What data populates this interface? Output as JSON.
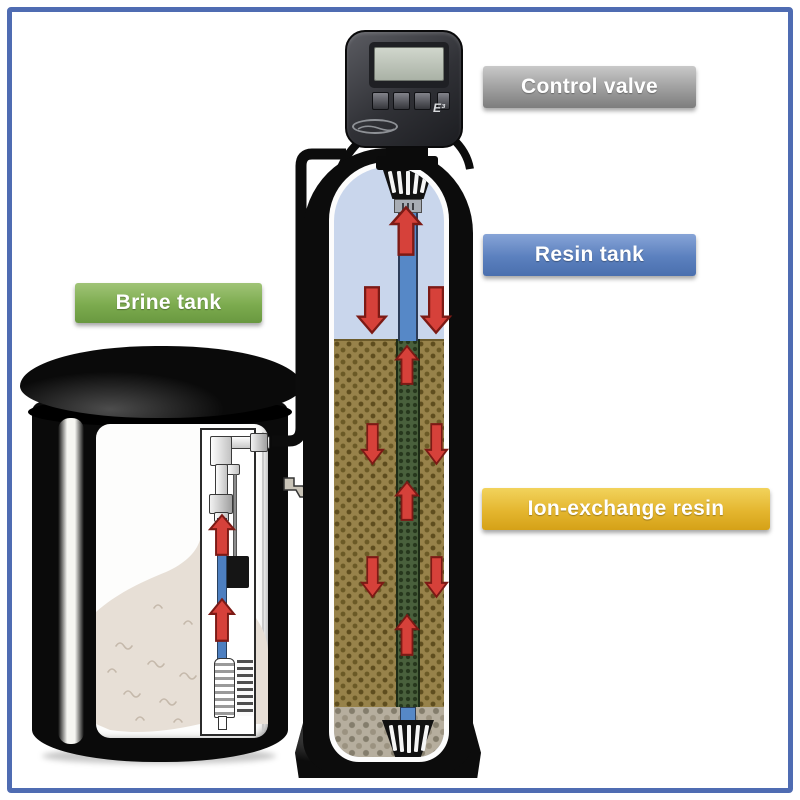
{
  "diagram": {
    "type": "water-softener-cutaway",
    "labels": {
      "control_valve": "Control valve",
      "resin_tank": "Resin tank",
      "brine_tank": "Brine tank",
      "ion_exchange_resin": "Ion-exchange resin"
    },
    "control_valve": {
      "model_badge": "E³"
    },
    "palette": {
      "frame_border": "#4f6cb2",
      "label_gray": "#8d8d8d",
      "label_blue": "#5b80be",
      "label_green": "#7cab4e",
      "label_gold": "#e4b62f",
      "water": "#c9d6ec",
      "riser_tube_blue": "#5688c7",
      "riser_tube_green": "#49603c",
      "resin_beads": "#97824a",
      "gravel": "#b6ae9e",
      "salt": "#e7dfd6",
      "flow_arrow_red": "#d6413a",
      "tank_black": "#0c0c0c"
    }
  }
}
